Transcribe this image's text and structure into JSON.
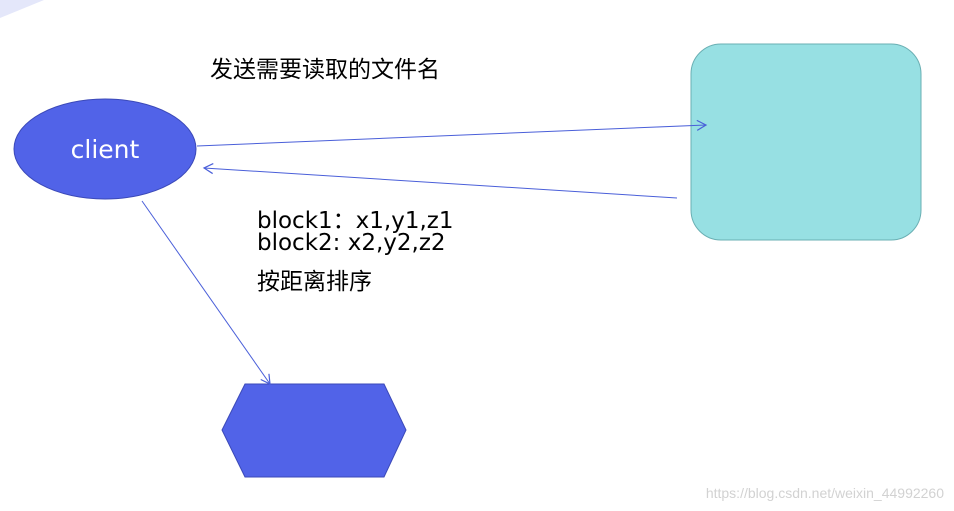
{
  "title": "发送需要读取的文件名",
  "client": {
    "label": "client"
  },
  "notes": {
    "line1": "block1：x1,y1,z1",
    "line2": "block2: x2,y2,z2",
    "line3": "按距离排序"
  },
  "watermark": "https://blog.csdn.net/weixin_44992260",
  "colors": {
    "client_fill": "#5163E8",
    "client_stroke": "#3B49B8",
    "server_fill": "#97E0E3",
    "server_stroke": "#6AAFB3",
    "hexagon_fill": "#5163E8",
    "arrow": "#4A5FD9",
    "corner_accent": "#E4E7FA"
  }
}
